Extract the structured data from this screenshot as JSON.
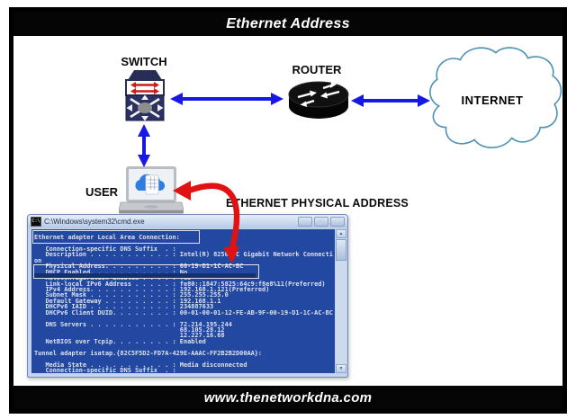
{
  "header": {
    "title": "Ethernet Address"
  },
  "footer": {
    "website": "www.thenetworkdna.com"
  },
  "diagram": {
    "switch_label": "SWITCH",
    "router_label": "ROUTER",
    "internet_label": "INTERNET",
    "user_label": "USER",
    "annotation": "ETHERNET PHYSICAL ADDRESS",
    "colors": {
      "connector_blue": "#1818E6",
      "pointer_red": "#E01212",
      "cloud_outline": "#4A8FB5"
    }
  },
  "cmd_window": {
    "title": "C:\\Windows\\system32\\cmd.exe",
    "icon_label": "C:\\",
    "controls": {
      "minimize": "–",
      "maximize": "◻",
      "close": "✕"
    },
    "scrollbar": {
      "up": "▲",
      "down": "▼"
    },
    "colors": {
      "console_bg": "#2348A2",
      "console_text": "#DDE2EF"
    },
    "lines": [
      "Ethernet adapter Local Area Connection:",
      "",
      "   Connection-specific DNS Suffix  . :",
      "   Description . . . . . . . . . . . : Intel(R) 82566DC Gigabit Network Connecti",
      "on",
      "   Physical Address. . . . . . . . . : 00-19-D1-1C-AC-BC",
      "   DHCP Enabled. . . . . . . . . . . : No",
      "   Autoconfiguration Enabled . . . . : Yes",
      "   Link-local IPv6 Address . . . . . : fe80::1847:5825:64c9:f8e8%11(Preferred)",
      "   IPv4 Address. . . . . . . . . . . : 192.168.1.121(Preferred)",
      "   Subnet Mask . . . . . . . . . . . : 255.255.255.0",
      "   Default Gateway . . . . . . . . . : 192.168.1.1",
      "   DHCPv6 IAID . . . . . . . . . . . : 234887633",
      "   DHCPv6 Client DUID. . . . . . . . : 00-01-00-01-12-FE-AB-9F-00-19-D1-1C-AC-BC",
      "",
      "   DNS Servers . . . . . . . . . . . : 72.214.195.244",
      "                                       68.105.28.12",
      "                                       12.227.16.68",
      "   NetBIOS over Tcpip. . . . . . . . : Enabled",
      "",
      "Tunnel adapter isatap.{82C5F5D2-FD7A-429E-AAAC-FF2B2B2D00AA}:",
      "",
      "   Media State . . . . . . . . . . . : Media disconnected",
      "   Connection-specific DNS Suffix  . :"
    ]
  }
}
